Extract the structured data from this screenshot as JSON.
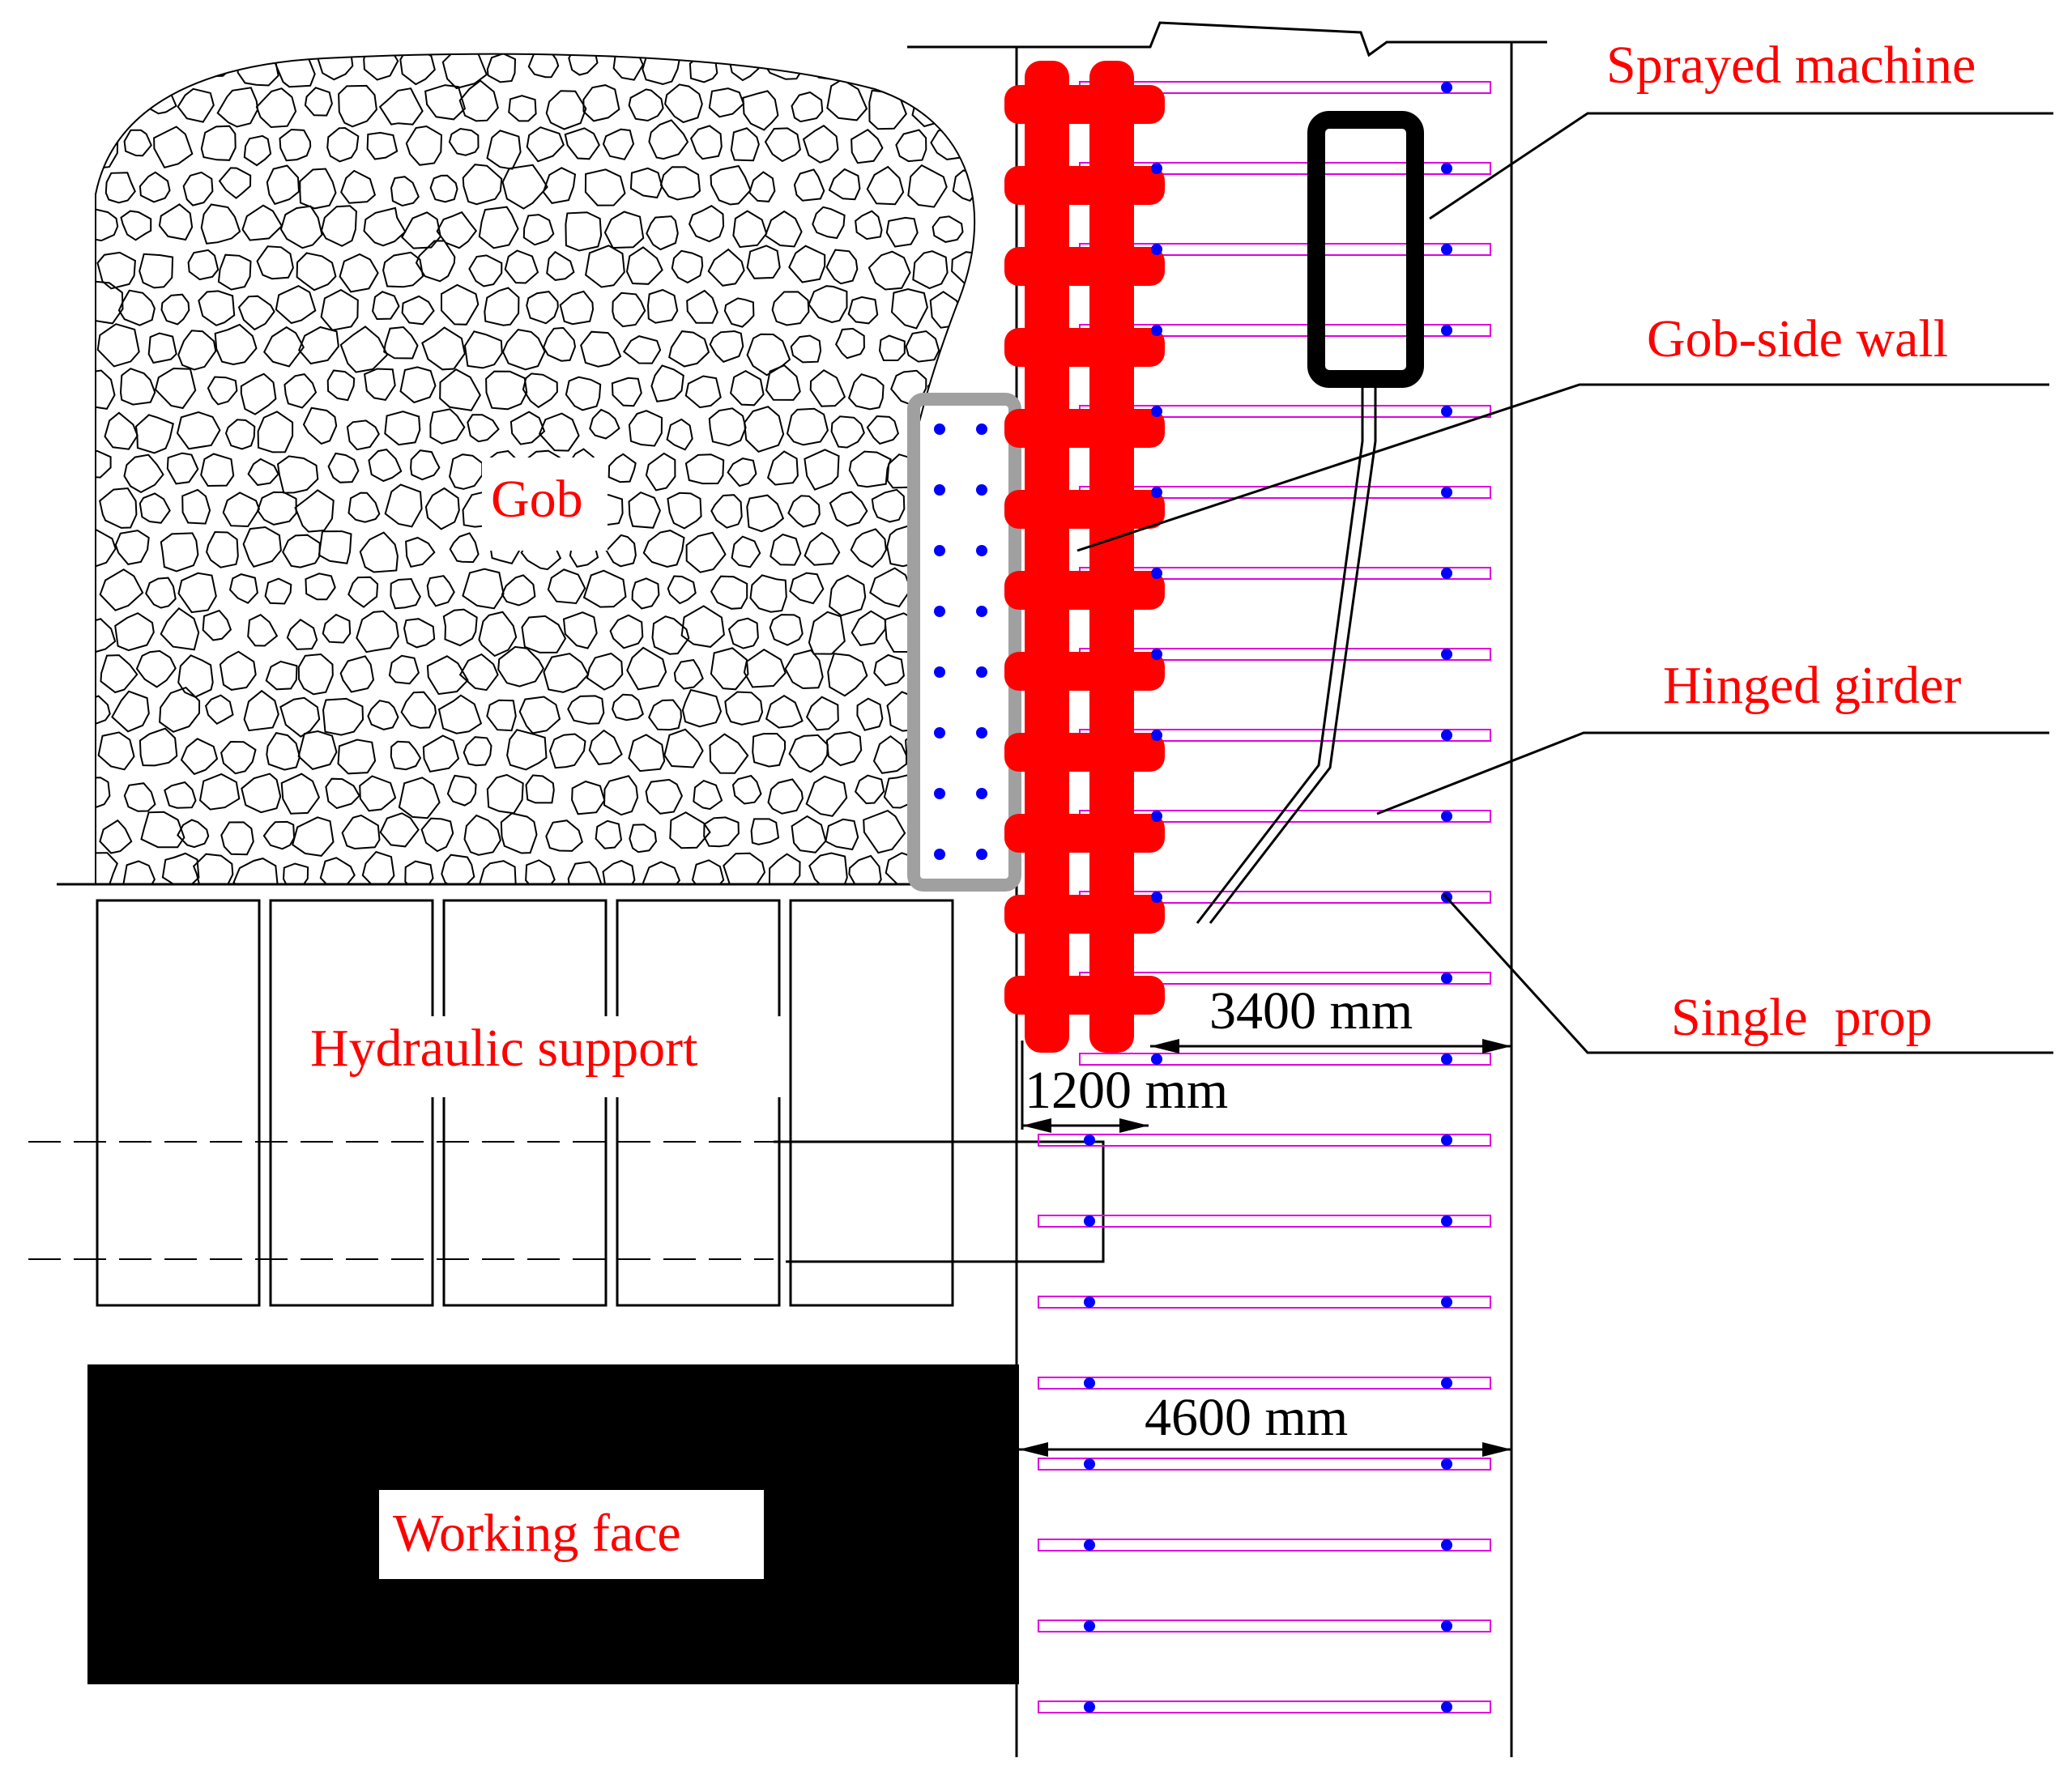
{
  "labels": {
    "sprayed_machine": "Sprayed machine",
    "gob_side_wall": "Gob-side wall",
    "hinged_girder": "Hinged girder",
    "single_prop": "Single  prop",
    "gob": "Gob",
    "hydraulic_support": "Hydraulic support",
    "working_face": "Working face"
  },
  "dimensions": {
    "roadway_width": "4600 mm",
    "girder_span": "3400 mm",
    "wall_width": "1200 mm"
  },
  "colors": {
    "gob_side_wall": "#ff0000",
    "hinged_girder": "#e000e0",
    "single_prop": "#0000ff",
    "reinforcement_outline": "#a0a0a0",
    "working_face": "#000000",
    "label_text": "#ff0000"
  }
}
